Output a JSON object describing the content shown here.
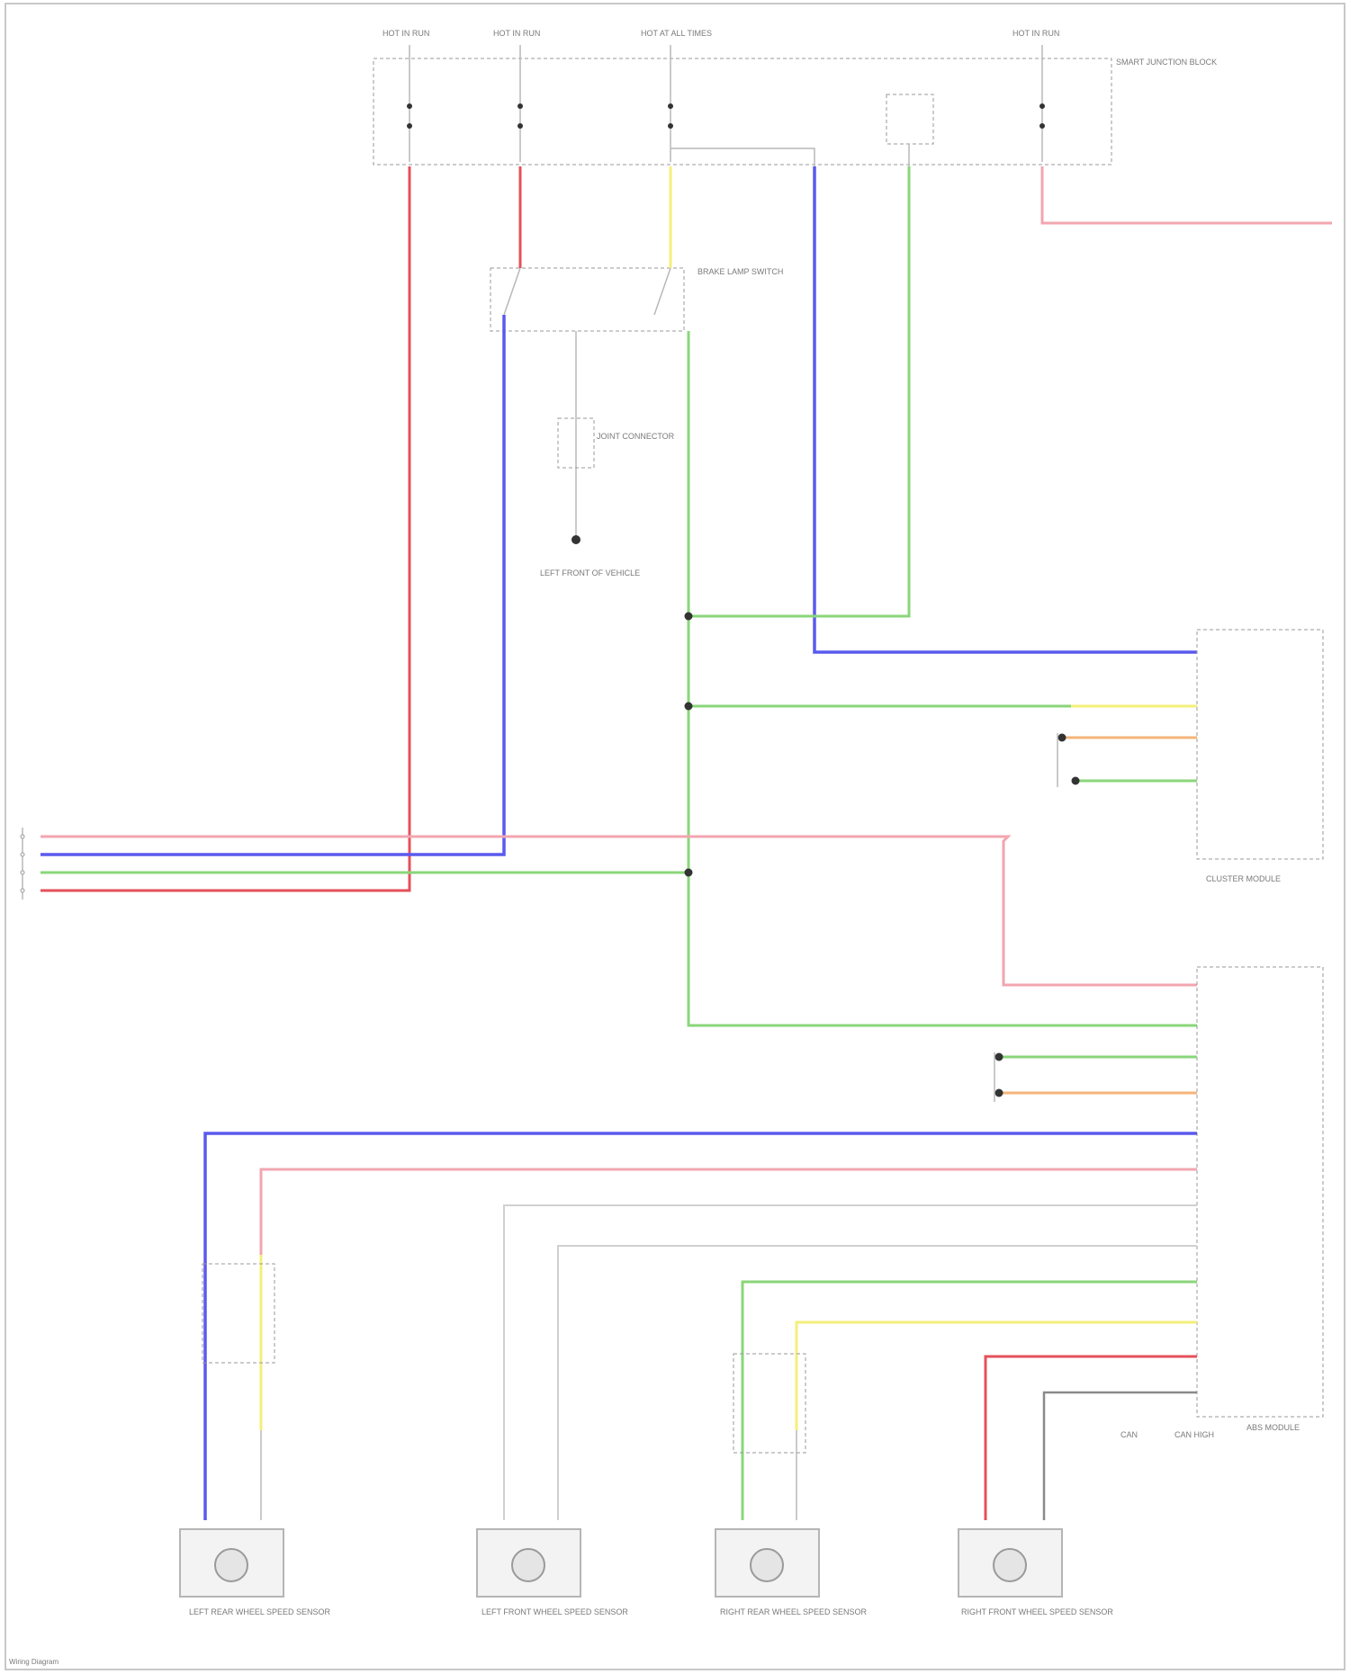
{
  "diagram": {
    "top_labels": [
      "HOT IN RUN",
      "HOT IN RUN",
      "HOT AT ALL TIMES",
      "HOT IN RUN"
    ],
    "junction_box_label": "SMART JUNCTION BLOCK",
    "switch_label": "BRAKE LAMP SWITCH",
    "joint_connector_label": "JOINT CONNECTOR",
    "ground_label": "LEFT FRONT OF VEHICLE",
    "module1_label": "CLUSTER MODULE",
    "module2_label": "ABS MODULE",
    "lower_module_connector_labels": [
      "CAN",
      "CAN HIGH"
    ],
    "sensor_labels": [
      "LEFT REAR WHEEL SPEED SENSOR",
      "LEFT FRONT WHEEL SPEED SENSOR",
      "RIGHT REAR WHEEL SPEED SENSOR",
      "RIGHT FRONT WHEEL SPEED SENSOR"
    ],
    "footer_text": "Wiring Diagram"
  }
}
